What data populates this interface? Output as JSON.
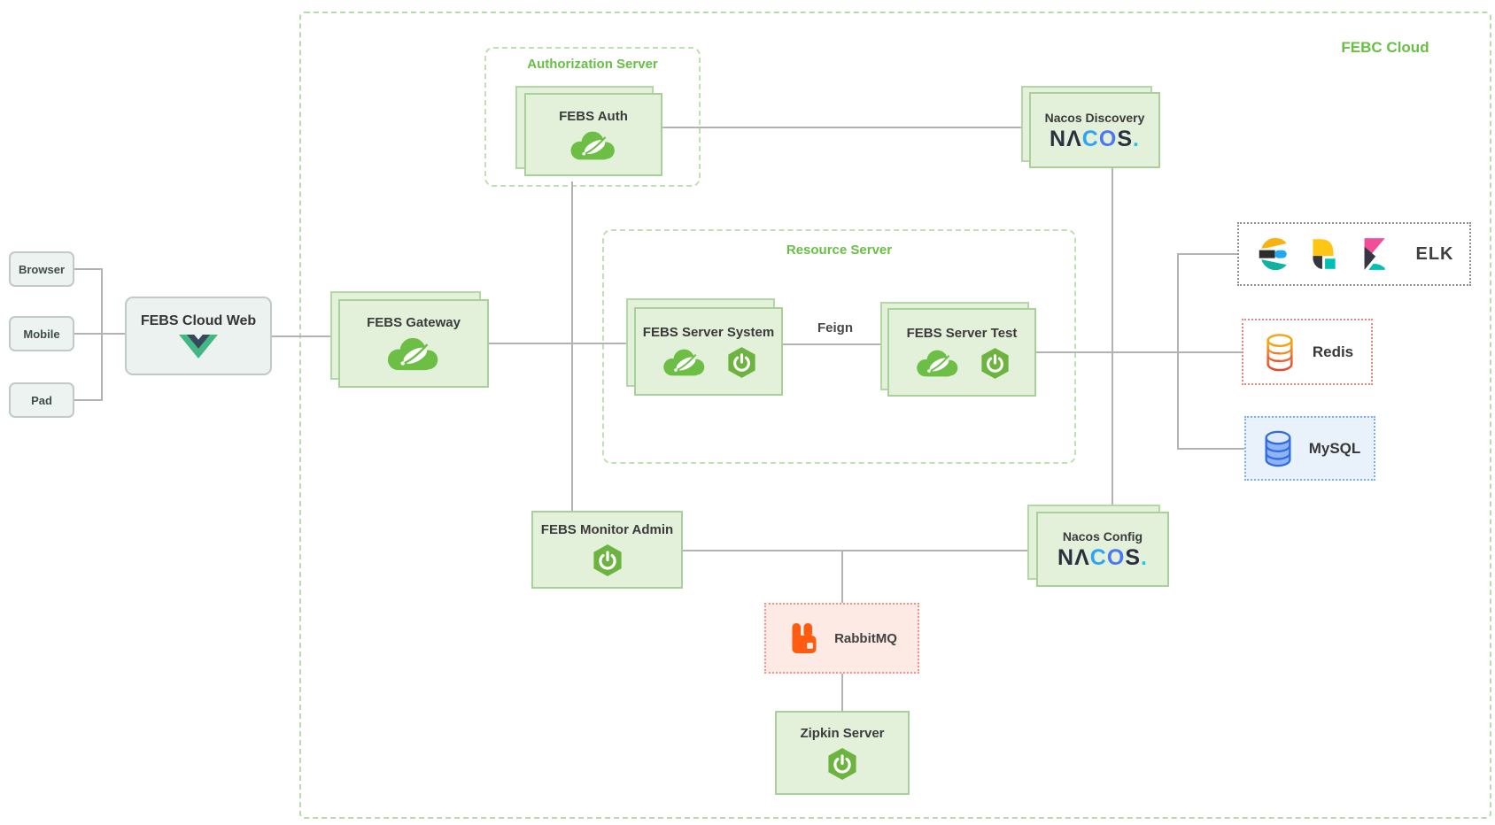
{
  "cloud": {
    "label": "FEBC Cloud"
  },
  "clients": [
    {
      "label": "Browser"
    },
    {
      "label": "Mobile"
    },
    {
      "label": "Pad"
    }
  ],
  "containers": {
    "authorization_server": {
      "label": "Authorization Server"
    },
    "resource_server": {
      "label": "Resource Server"
    }
  },
  "nodes": {
    "cloud_web": {
      "label": "FEBS Cloud Web",
      "icon": "vue-logo"
    },
    "gateway": {
      "label": "FEBS Gateway",
      "icon": "spring-cloud"
    },
    "auth": {
      "label": "FEBS Auth",
      "icon": "spring-cloud"
    },
    "server_system": {
      "label": "FEBS Server System",
      "icons": [
        "spring-cloud",
        "spring-boot"
      ]
    },
    "server_test": {
      "label": "FEBS Server Test",
      "icons": [
        "spring-cloud",
        "spring-boot"
      ]
    },
    "nacos_discovery": {
      "label": "Nacos Discovery",
      "logo": "nacos"
    },
    "nacos_config": {
      "label": "Nacos Config",
      "logo": "nacos"
    },
    "monitor_admin": {
      "label": "FEBS Monitor Admin",
      "icon": "spring-boot"
    },
    "rabbitmq": {
      "label": "RabbitMQ",
      "icon": "rabbitmq"
    },
    "zipkin": {
      "label": "Zipkin Server",
      "icon": "spring-boot"
    },
    "elk": {
      "label": "ELK",
      "icons": [
        "elasticsearch",
        "logstash",
        "kibana"
      ]
    },
    "redis": {
      "label": "Redis",
      "icon": "redis-db"
    },
    "mysql": {
      "label": "MySQL",
      "icon": "mysql-db"
    }
  },
  "edges": {
    "feign_label": "Feign"
  },
  "nacos_logo": {
    "n": "N",
    "a": "Λ",
    "c": "C",
    "o": "O",
    "s": "S",
    "dot": "."
  },
  "colors": {
    "container_green": "#67bf44",
    "node_bg": "#e3f1db",
    "node_border": "#a7d199",
    "connector_gray": "#b3b3b3",
    "spring_green": "#6cbe45",
    "boot_green": "#6db33f",
    "rabbit_orange": "#ff5c12",
    "nacos_blue": "#2ea4f4",
    "redis_red": "#e8472b",
    "mysql_blue": "#2e6ce0",
    "vue_green": "#41b883",
    "vue_dark": "#35495e",
    "kibana_pink": "#f04e98",
    "elastic_teal": "#12b2a0",
    "elastic_yellow": "#f9b110"
  }
}
